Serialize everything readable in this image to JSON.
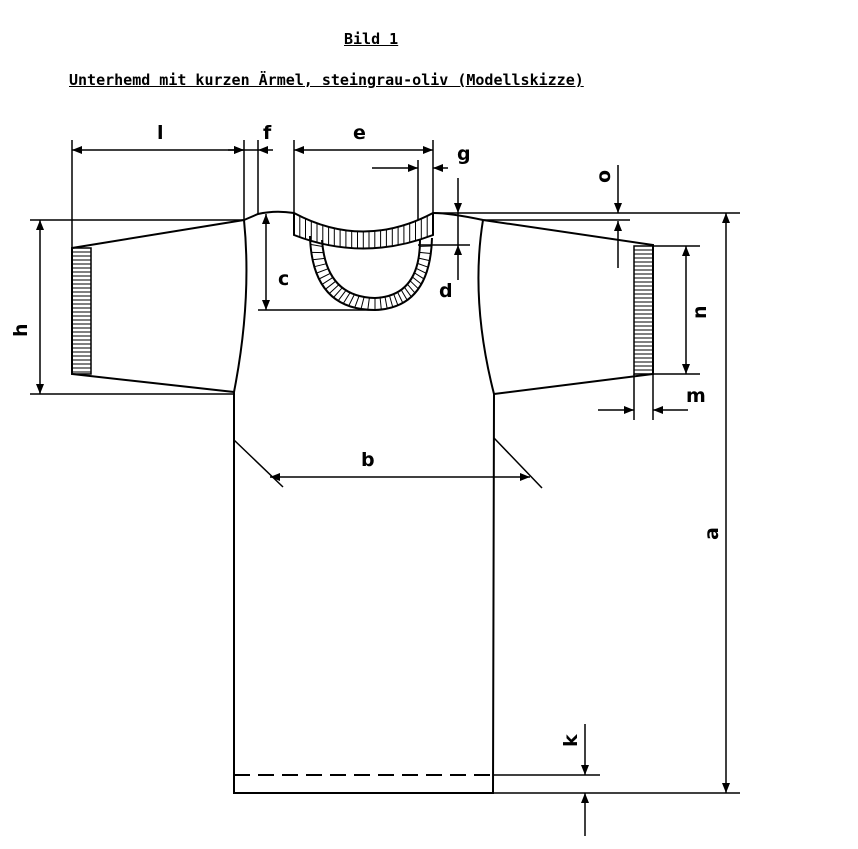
{
  "figure_label": "Bild 1",
  "title": "Unterhemd mit kurzen Ärmel, steingrau-oliv (Modellskizze)",
  "labels": {
    "l": "l",
    "f": "f",
    "e": "e",
    "g": "g",
    "o": "o",
    "c": "c",
    "d": "d",
    "h": "h",
    "n": "n",
    "m": "m",
    "b": "b",
    "a": "a",
    "k": "k"
  }
}
